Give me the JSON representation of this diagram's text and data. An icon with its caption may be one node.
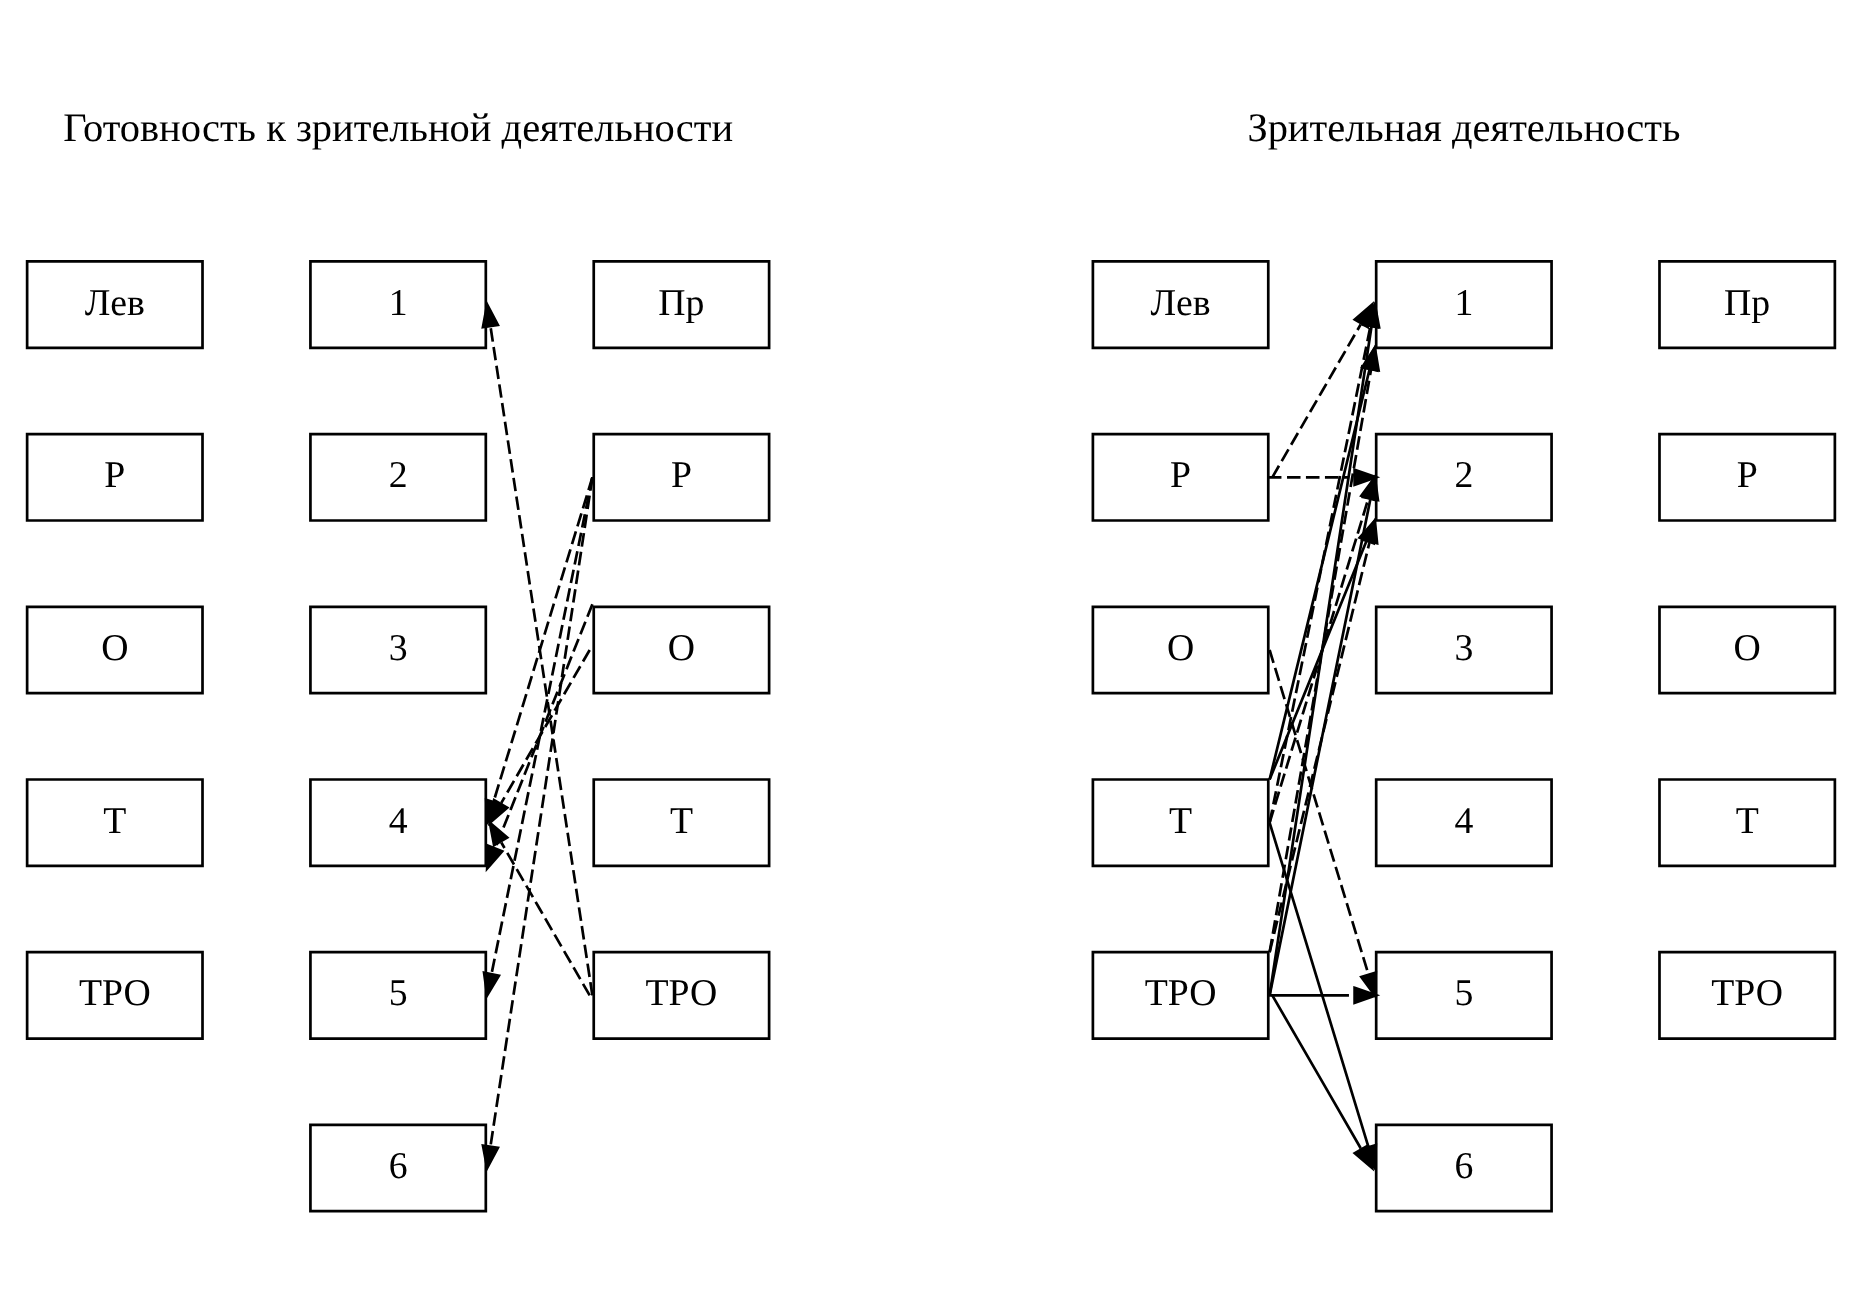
{
  "diagram": {
    "nodes": [
      {
        "text": [
          "Лев"
        ]
      },
      {
        "text": [
          "1"
        ]
      },
      {
        "text": [
          "Пр"
        ]
      },
      {
        "text": [
          "Р"
        ]
      },
      {
        "text": [
          "2"
        ]
      },
      {
        "text": [
          "Р"
        ]
      },
      {
        "text": [
          "О"
        ]
      },
      {
        "text": [
          "3"
        ]
      },
      {
        "text": [
          "О"
        ]
      },
      {
        "text": [
          "Т"
        ]
      },
      {
        "text": [
          "4"
        ]
      },
      {
        "text": [
          "Т"
        ]
      },
      {
        "text": [
          "ТРО"
        ]
      },
      {
        "text": [
          "5"
        ]
      },
      {
        "text": [
          "ТРО"
        ]
      },
      {
        "text": [
          "6"
        ]
      },
      {
        "text": [
          "Лев"
        ]
      },
      {
        "text": [
          "1"
        ]
      },
      {
        "text": [
          "Пр"
        ]
      },
      {
        "text": [
          "Р"
        ]
      },
      {
        "text": [
          "2"
        ]
      },
      {
        "text": [
          "Р"
        ]
      },
      {
        "text": [
          "О"
        ]
      },
      {
        "text": [
          "3"
        ]
      },
      {
        "text": [
          "О"
        ]
      },
      {
        "text": [
          "Т"
        ]
      },
      {
        "text": [
          "4"
        ]
      },
      {
        "text": [
          "Т"
        ]
      },
      {
        "text": [
          "ТРО"
        ]
      },
      {
        "text": [
          "5"
        ]
      },
      {
        "text": [
          "ТРО"
        ]
      },
      {
        "text": [
          "6"
        ]
      }
    ],
    "edges": [
      {
        "from": 14,
        "to": 1,
        "arrow": "to",
        "style": "dashed"
      },
      {
        "from": 5,
        "to": 10,
        "arrow": "to",
        "style": "dashed"
      },
      {
        "from": 8,
        "to": 10,
        "arrow": "to",
        "style": "dashed"
      },
      {
        "from": 8,
        "to": 10,
        "arrow": "to",
        "style": "dashed"
      },
      {
        "from": 14,
        "to": 10,
        "arrow": "to",
        "style": "dashed"
      },
      {
        "from": 5,
        "to": 13,
        "arrow": "to",
        "style": "dashed"
      },
      {
        "from": 5,
        "to": 15,
        "arrow": "to",
        "style": "dashed"
      },
      {
        "from": 19,
        "to": 17,
        "arrow": "to",
        "style": "dashed"
      },
      {
        "from": 19,
        "to": 20,
        "arrow": "to",
        "style": "dashed"
      },
      {
        "from": 25,
        "to": 17,
        "arrow": "to",
        "style": "dashed"
      },
      {
        "from": 25,
        "to": 17,
        "arrow": "to"
      },
      {
        "from": 25,
        "to": 20,
        "arrow": "to",
        "style": "dashed"
      },
      {
        "from": 25,
        "to": 20,
        "arrow": "to"
      },
      {
        "from": 28,
        "to": 17,
        "arrow": "to"
      },
      {
        "from": 28,
        "to": 17,
        "arrow": "to",
        "style": "dashed"
      },
      {
        "from": 28,
        "to": 20,
        "arrow": "to"
      },
      {
        "from": 28,
        "to": 20,
        "arrow": "to",
        "style": "dashed"
      },
      {
        "from": 22,
        "to": 29,
        "arrow": "to",
        "style": "dashed"
      },
      {
        "from": 28,
        "to": 29,
        "arrow": "to"
      },
      {
        "from": 25,
        "to": 31,
        "arrow": "to"
      },
      {
        "from": 28,
        "to": 31,
        "arrow": "to"
      }
    ],
    "labels": [
      "Готовность к зрительной деятельности",
      "Зрительная деятельность"
    ]
  }
}
